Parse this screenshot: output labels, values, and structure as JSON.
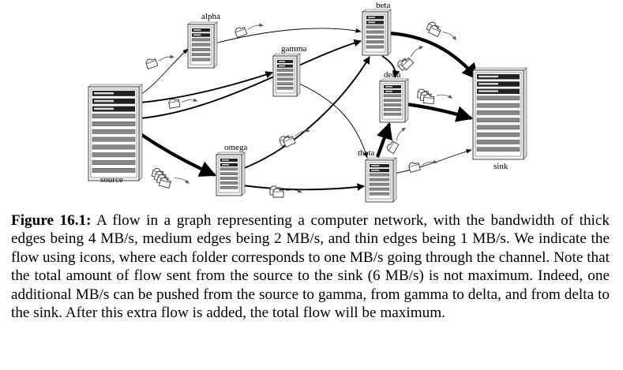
{
  "diagram": {
    "nodes": [
      {
        "id": "source",
        "label": "source",
        "size": "large"
      },
      {
        "id": "alpha",
        "label": "alpha",
        "size": "small"
      },
      {
        "id": "gamma",
        "label": "gamma",
        "size": "small"
      },
      {
        "id": "beta",
        "label": "beta",
        "size": "small"
      },
      {
        "id": "delta",
        "label": "delta",
        "size": "small"
      },
      {
        "id": "omega",
        "label": "omega",
        "size": "small"
      },
      {
        "id": "theta",
        "label": "theta",
        "size": "small"
      },
      {
        "id": "sink",
        "label": "sink",
        "size": "large"
      }
    ],
    "edges": [
      {
        "from": "source",
        "to": "alpha",
        "bandwidth": 1,
        "flow": 1
      },
      {
        "from": "alpha",
        "to": "beta",
        "bandwidth": 1,
        "flow": 1
      },
      {
        "from": "source",
        "to": "gamma",
        "bandwidth": 2,
        "flow": 1
      },
      {
        "from": "source",
        "to": "beta",
        "bandwidth": 2,
        "flow": 0
      },
      {
        "from": "gamma",
        "to": "theta",
        "bandwidth": 1,
        "flow": 0
      },
      {
        "from": "source",
        "to": "omega",
        "bandwidth": 4,
        "flow": 4
      },
      {
        "from": "omega",
        "to": "beta",
        "bandwidth": 2,
        "flow": 2
      },
      {
        "from": "omega",
        "to": "theta",
        "bandwidth": 2,
        "flow": 2
      },
      {
        "from": "theta",
        "to": "delta",
        "bandwidth": 4,
        "flow": 1
      },
      {
        "from": "theta",
        "to": "sink",
        "bandwidth": 1,
        "flow": 1
      },
      {
        "from": "beta",
        "to": "delta",
        "bandwidth": 2,
        "flow": 2
      },
      {
        "from": "beta",
        "to": "sink",
        "bandwidth": 4,
        "flow": 2
      },
      {
        "from": "delta",
        "to": "sink",
        "bandwidth": 4,
        "flow": 3
      }
    ]
  },
  "caption": {
    "label": "Figure 16.1:",
    "text": " A flow in a graph representing a computer network, with the bandwidth of thick edges being 4 MB/s, medium edges being 2 MB/s, and thin edges being 1 MB/s. We indicate the flow using icons, where each folder corresponds to one MB/s going through the channel. Note that the total amount of flow sent from the source to the sink (6 MB/s) is not maximum. Indeed, one additional MB/s can be pushed from the source to gamma, from gamma to delta, and from delta to the sink. After this extra flow is added, the total flow will be maximum."
  }
}
